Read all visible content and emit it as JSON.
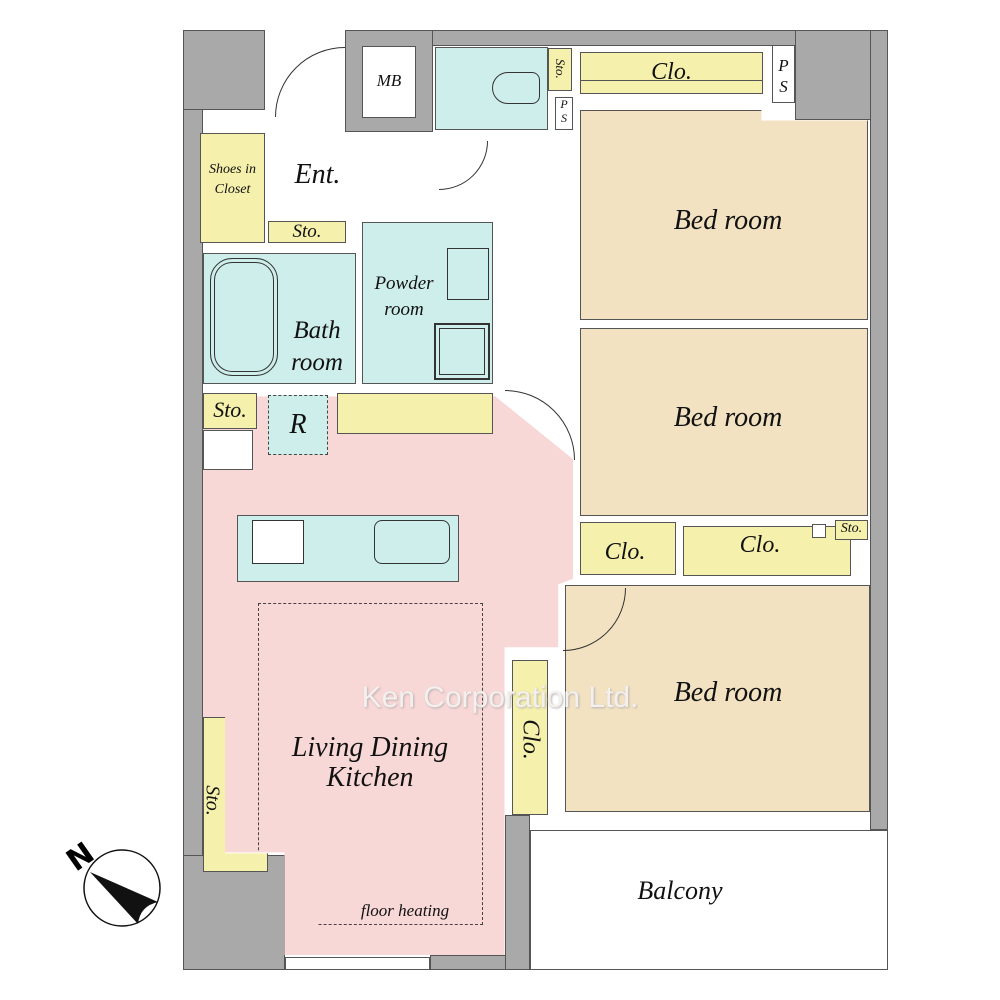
{
  "rooms": {
    "mb": "MB",
    "shoes_closet": [
      "Shoes in",
      "Closet"
    ],
    "entrance": "Ent.",
    "sto_entrance": "Sto.",
    "sto_toilet": "Sto.",
    "ps_toilet": [
      "P",
      "S"
    ],
    "clo_top": "Clo.",
    "ps_top": [
      "P",
      "S"
    ],
    "bedroom_1": "Bed room",
    "bedroom_2": "Bed room",
    "bedroom_3": "Bed room",
    "powder_room": [
      "Powder",
      "room"
    ],
    "bath_room": [
      "Bath",
      "room"
    ],
    "sto_kitchen": "Sto.",
    "refrigerator": "R",
    "clo_mid_left": "Clo.",
    "clo_mid_right": "Clo.",
    "sto_mid": "Sto.",
    "clo_vertical": "Clo.",
    "ldk": [
      "Living Dining",
      "Kitchen"
    ],
    "floor_heating": "floor heating",
    "sto_ldk": "Sto.",
    "balcony": "Balcony"
  },
  "watermark": "Ken Corporation Ltd.",
  "compass": {
    "label": "N"
  },
  "colors": {
    "wall": "#a9a9a9",
    "storage": "#f5f0ab",
    "wet": "#cdeeea",
    "bedroom": "#f2e2c2",
    "ldk": "#f8d7d7"
  }
}
